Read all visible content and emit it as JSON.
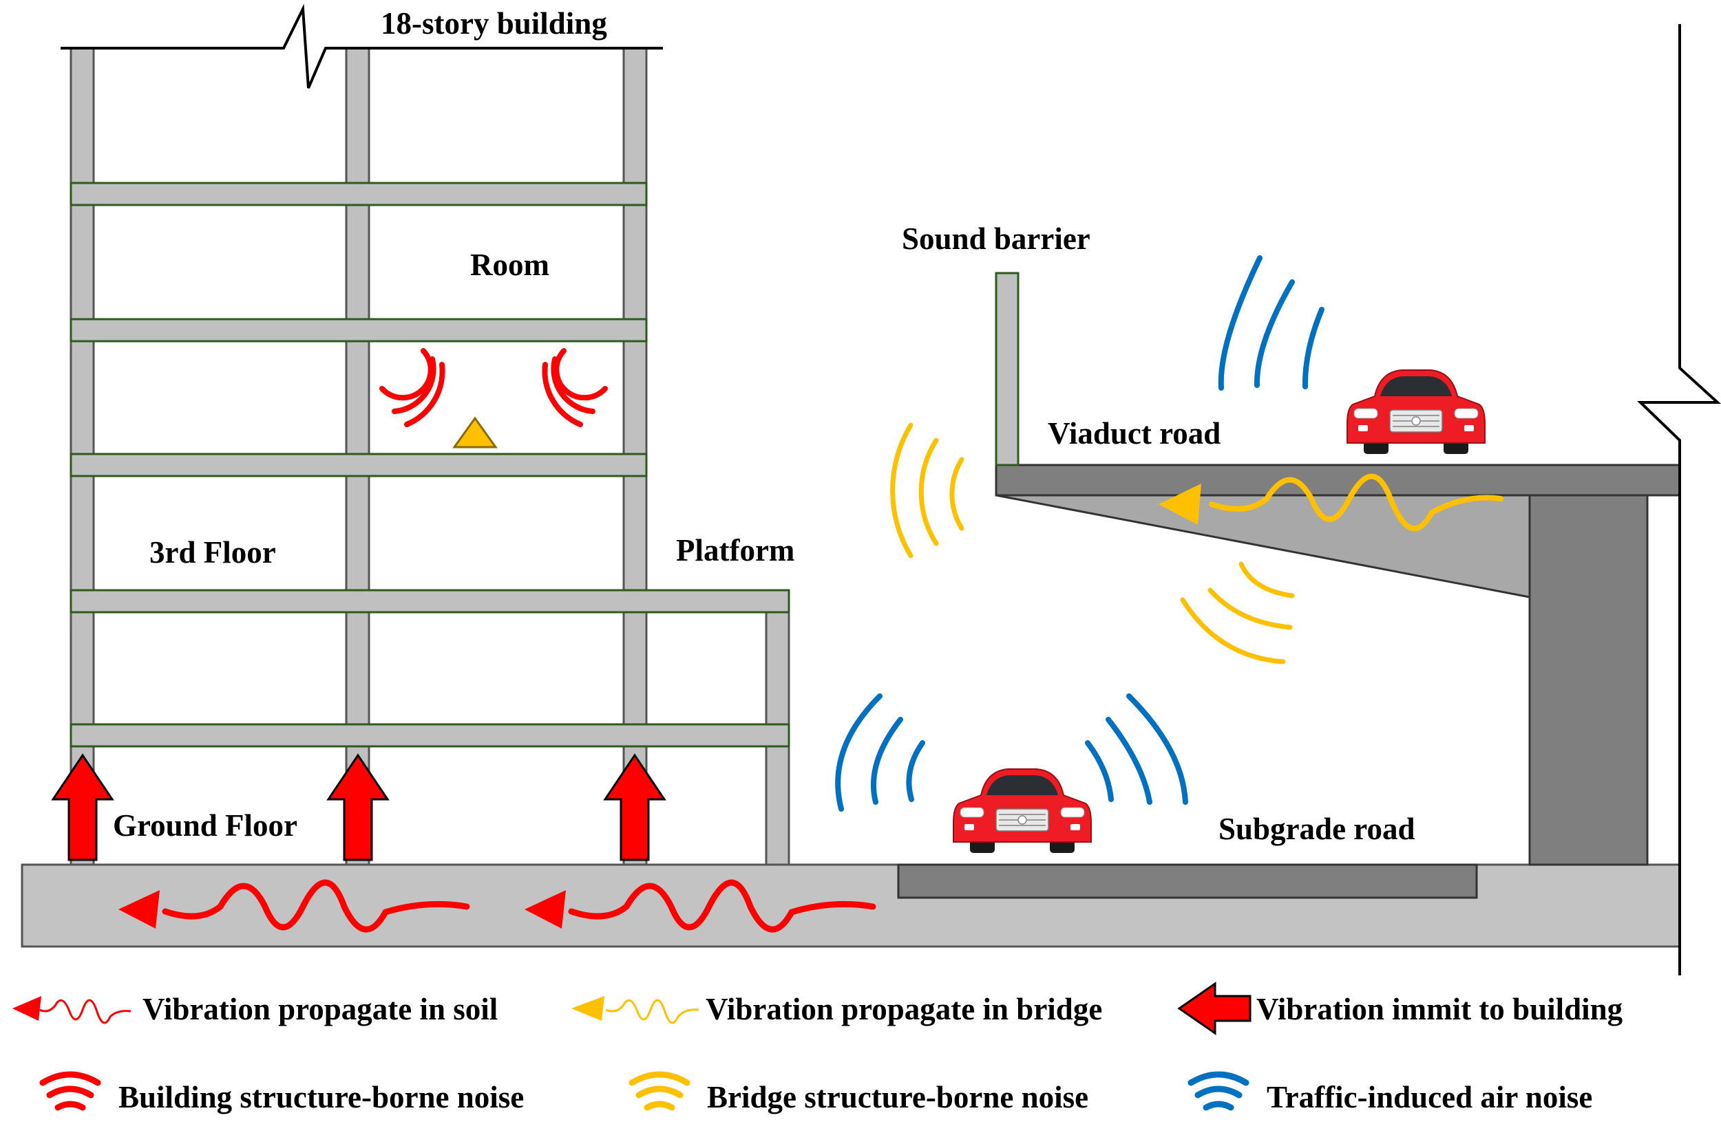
{
  "labels": {
    "building": "18-story building",
    "room": "Room",
    "third_floor": "3rd Floor",
    "ground_floor": "Ground Floor",
    "platform": "Platform",
    "sound_barrier": "Sound barrier",
    "viaduct_road": "Viaduct road",
    "subgrade_road": "Subgrade road"
  },
  "legend": {
    "soil": "Vibration propagate in soil",
    "bridge": "Vibration propagate in bridge",
    "immit": "Vibration immit to building",
    "building_noise": "Building structure-borne noise",
    "bridge_noise": "Bridge structure-borne noise",
    "air_noise": "Traffic-induced air noise"
  },
  "colors": {
    "red": "#ff0000",
    "yellow": "#ffc000",
    "blue": "#0070c0",
    "structure": "#c0c0c0",
    "dark_structure": "#7f7f7f",
    "car_red": "#ee1c24"
  },
  "icons": [
    "car-icon",
    "receiver-triangle-icon",
    "wave-arrow-icon",
    "arrow-icon",
    "noise-arc-icon"
  ]
}
